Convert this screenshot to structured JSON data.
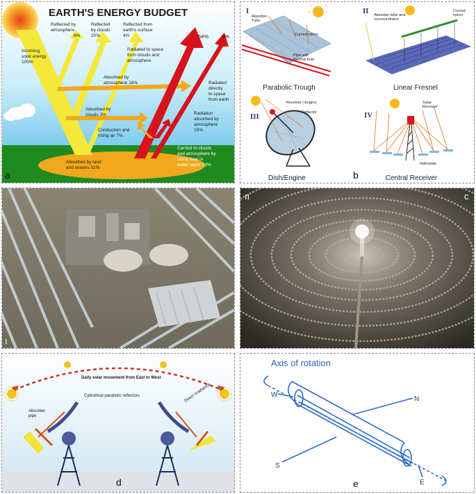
{
  "panel_a": {
    "letter": "a",
    "title": "EARTH'S ENERGY BUDGET",
    "incoming": [
      "Incoming",
      "solar energy",
      "100%"
    ],
    "refl_atm": [
      "Reflected by",
      "atmosphere",
      "6%"
    ],
    "refl_clouds": [
      "Reflected",
      "by clouds",
      "20%"
    ],
    "refl_surface": [
      "Reflected from",
      "earth's surface",
      "4%"
    ],
    "pct64": "64%",
    "pct6": "6%",
    "rad_clouds": [
      "Radiated to space",
      "from clouds and",
      "atmosphere"
    ],
    "rad_direct": [
      "Radiated",
      "directly",
      "to space",
      "from earth"
    ],
    "abs_atm": [
      "Absorbed by",
      "atmosphere 16%"
    ],
    "abs_clouds": [
      "Absorbed by",
      "clouds 3%"
    ],
    "conduction": [
      "Conduction and",
      "rising air 7%"
    ],
    "rad_absorbed": [
      "Radiation",
      "absorbed by",
      "atmosphere",
      "15%"
    ],
    "abs_land": [
      "Absorbed by land",
      "and oceans 51%"
    ],
    "carried": [
      "Carried to clouds",
      "and atmosphere by",
      "latent heat in",
      "water vapor 23%"
    ]
  },
  "panel_b": {
    "letter": "b",
    "q1": {
      "numeral": "I",
      "title": "Parabolic Trough",
      "absorber": [
        "Absorber",
        "Tube"
      ],
      "mirror": "Curved mirror",
      "pipe": [
        "Pipe with",
        "thermal fluid"
      ]
    },
    "q2": {
      "numeral": "II",
      "title": "Linear Fresnel",
      "absorber": [
        "Absorber tube and",
        "reconcentrator"
      ],
      "mirror": [
        "Curved",
        "mirror"
      ]
    },
    "q3": {
      "numeral": "III",
      "title": "Dish/Engine",
      "receiver": "Receiver / Engine",
      "reflector": "Reflector"
    },
    "q4": {
      "numeral": "IV",
      "title": "Central Receiver",
      "receiver": [
        "Solar",
        "Receiver"
      ],
      "heliostats": "Heliostats"
    }
  },
  "panel_c": {
    "left_numeral": "I",
    "right_numeral": "II",
    "letter": "c"
  },
  "panel_d": {
    "letter": "d",
    "movement": "Daily solar movement from East to West",
    "reflectors": "Cylindrical parabolic reflectors",
    "absorber": [
      "Absorber",
      "pipe"
    ],
    "irradiance": "Direct irradiance"
  },
  "panel_e": {
    "letter": "e",
    "axis": "Axis of rotation",
    "W": "W",
    "N": "N",
    "S": "S",
    "E": "E"
  },
  "colors": {
    "sky": "#8fd6f0",
    "ground": "#1f8a1f",
    "yellow": "#f4e93a",
    "red": "#d6141c",
    "orange": "#f2a81c",
    "photo_bg": "#6f6e64",
    "field_bg": "#2f2b24"
  }
}
